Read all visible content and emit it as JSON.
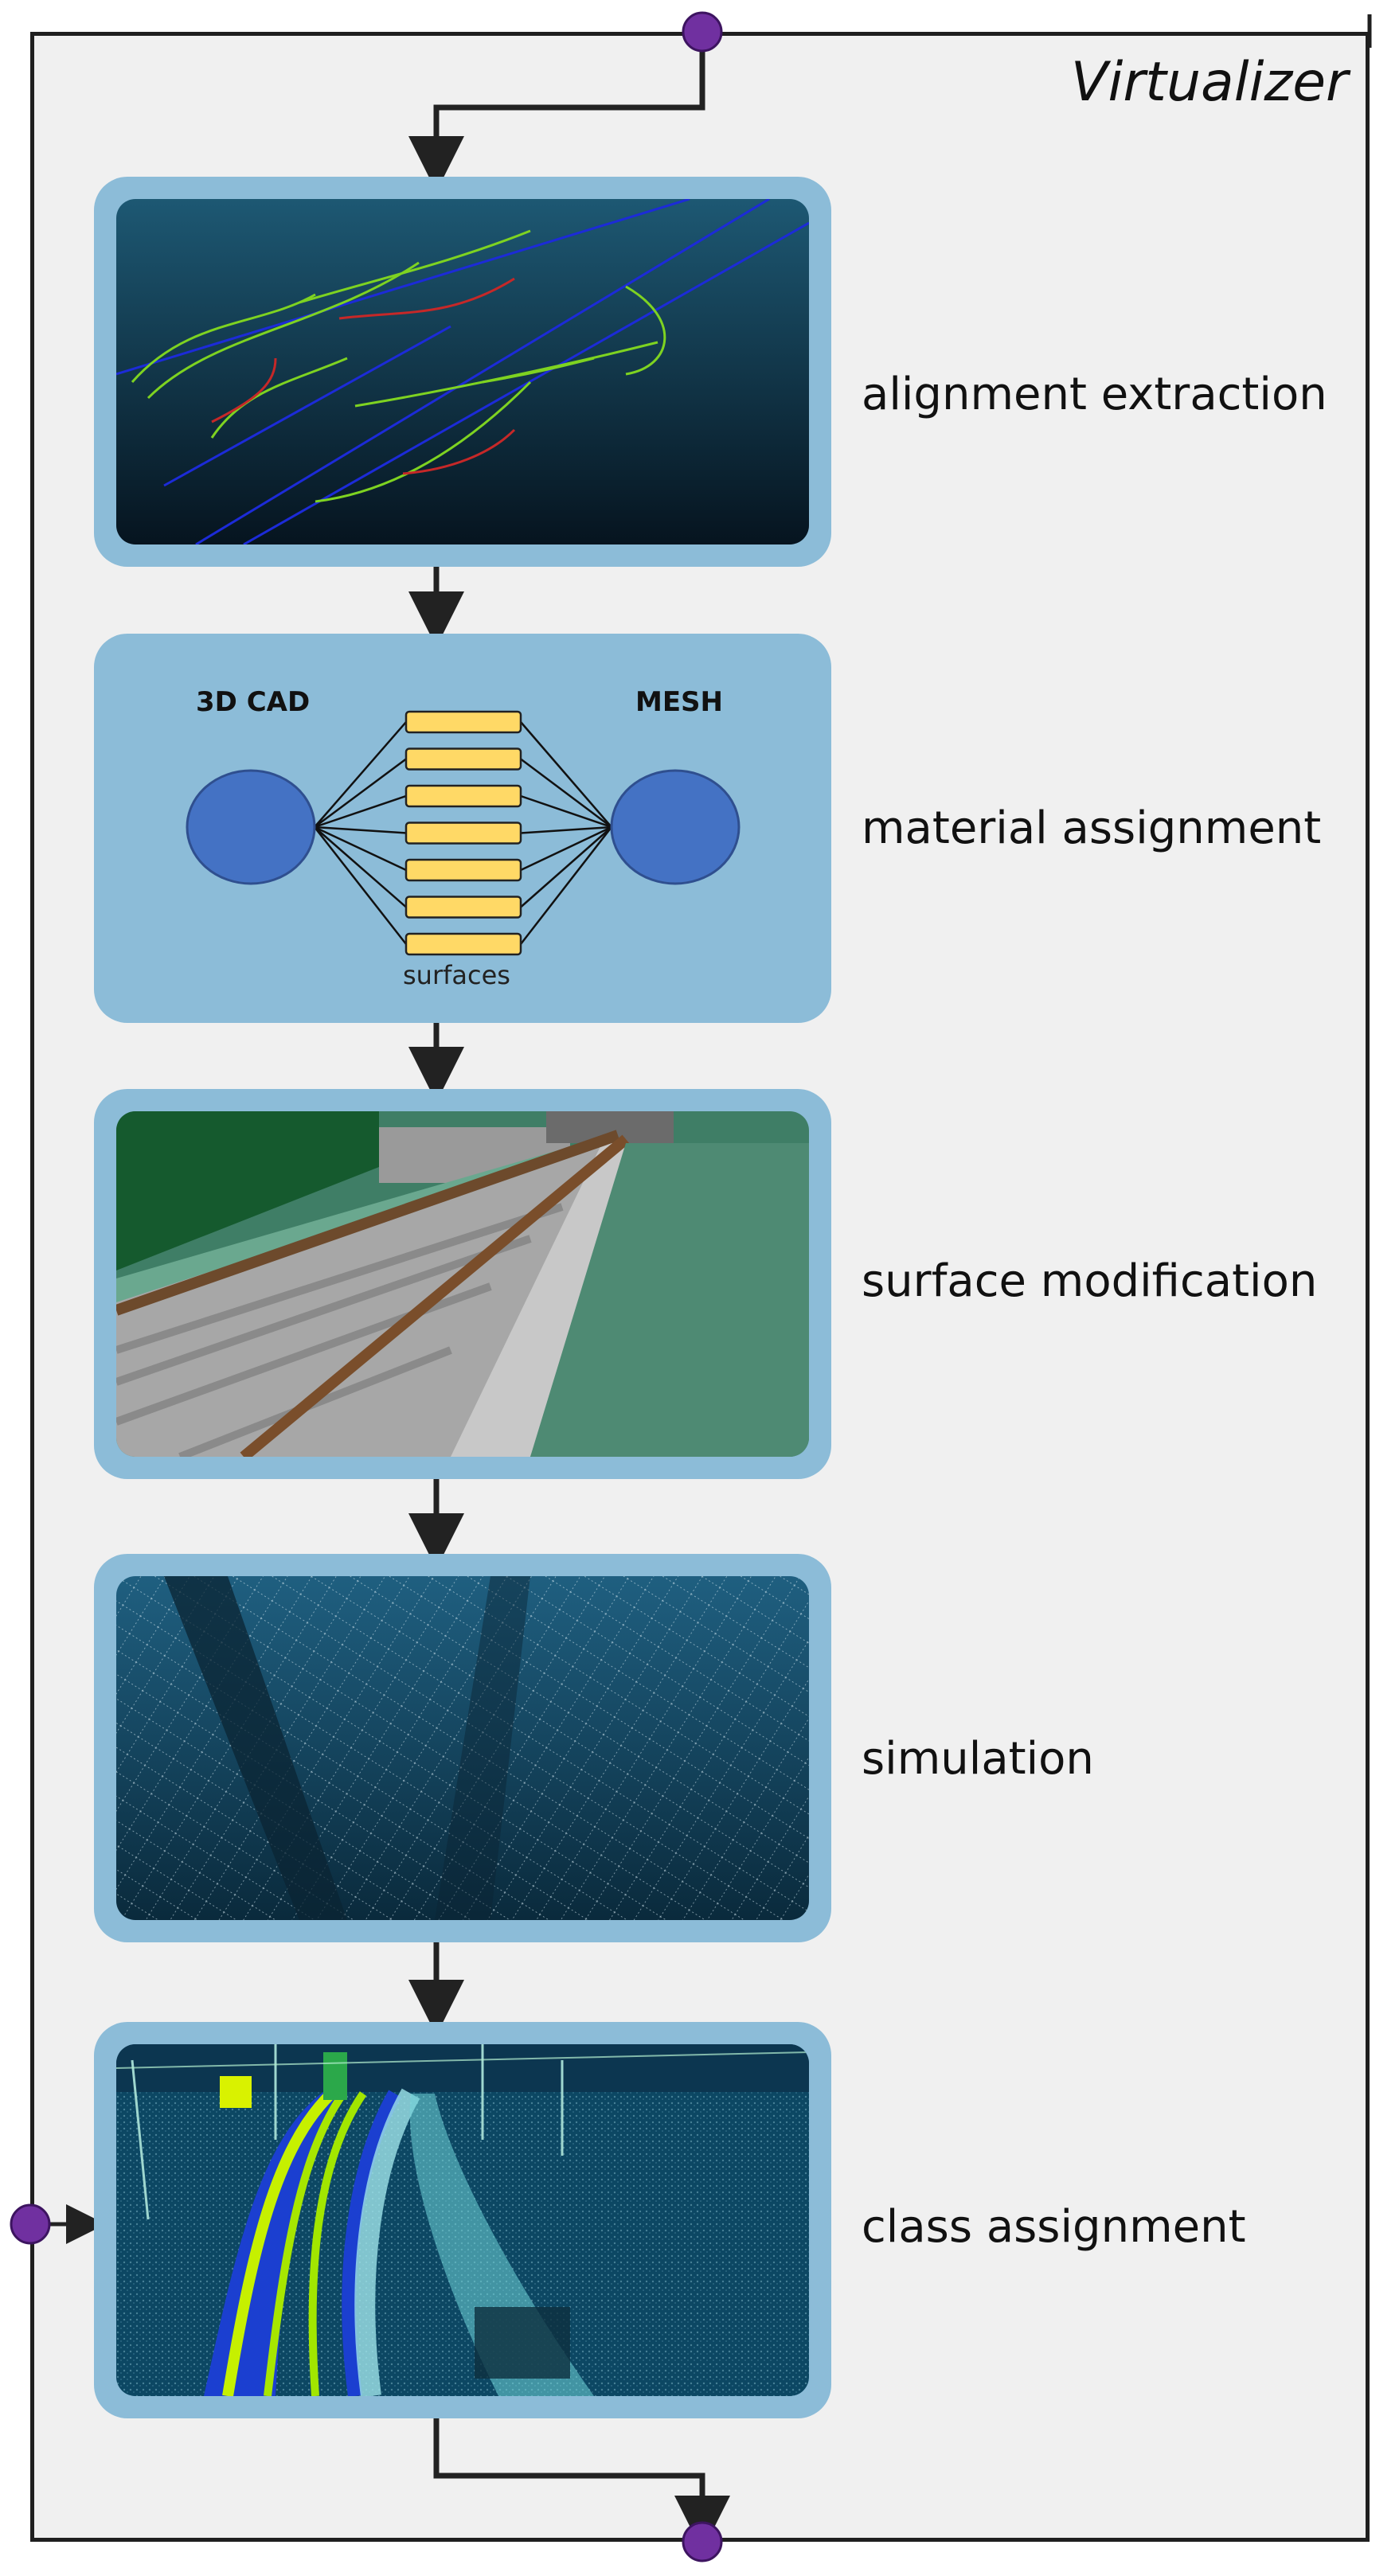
{
  "title": "Virtualizer",
  "steps": [
    {
      "label": "alignment extraction"
    },
    {
      "label": "material assignment"
    },
    {
      "label": "surface modification"
    },
    {
      "label": "simulation"
    },
    {
      "label": "class assignment"
    }
  ],
  "material": {
    "left_label": "3D CAD",
    "right_label": "MESH",
    "surfaces_label": "surfaces",
    "surface_count": 7
  },
  "colors": {
    "card": "#8cbcd8",
    "node": "#4472c4",
    "surface": "#ffd966",
    "connector": "#7030a0"
  }
}
